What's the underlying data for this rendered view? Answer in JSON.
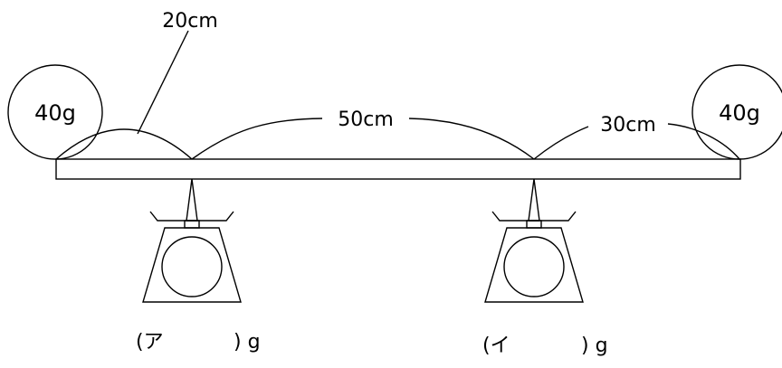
{
  "diagram": {
    "weights": [
      {
        "label": "40g"
      },
      {
        "label": "40g"
      }
    ],
    "dimensions": {
      "left_overhang": "20cm",
      "between_supports": "50cm",
      "right_overhang": "30cm"
    },
    "scales": [
      {
        "answer_prefix": "(ア",
        "answer_suffix": ") g"
      },
      {
        "answer_prefix": "(イ",
        "answer_suffix": ") g"
      }
    ]
  }
}
